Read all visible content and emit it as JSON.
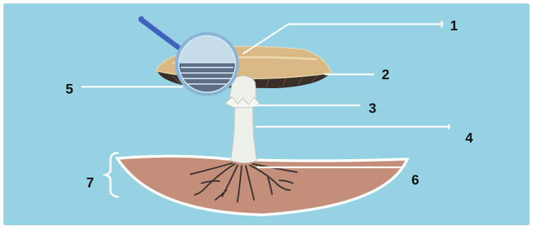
{
  "labels": {
    "l1": "1",
    "l2": "2",
    "l3": "3",
    "l4": "4",
    "l5": "5",
    "l6": "6",
    "l7": "7"
  },
  "colors": {
    "background": "#95d2e4",
    "soil": "#c38f7b",
    "cap": "#d9b884",
    "gills": "#3a2f28",
    "stem": "#eef1ea",
    "roots": "#3b3430",
    "lens_rim": "#8cb4d6",
    "handle": "#3c64b8",
    "leader": "#ffffff",
    "text": "#111111"
  },
  "icons": {
    "magnifier": "magnifying-glass-icon",
    "brace": "curly-brace-icon"
  }
}
